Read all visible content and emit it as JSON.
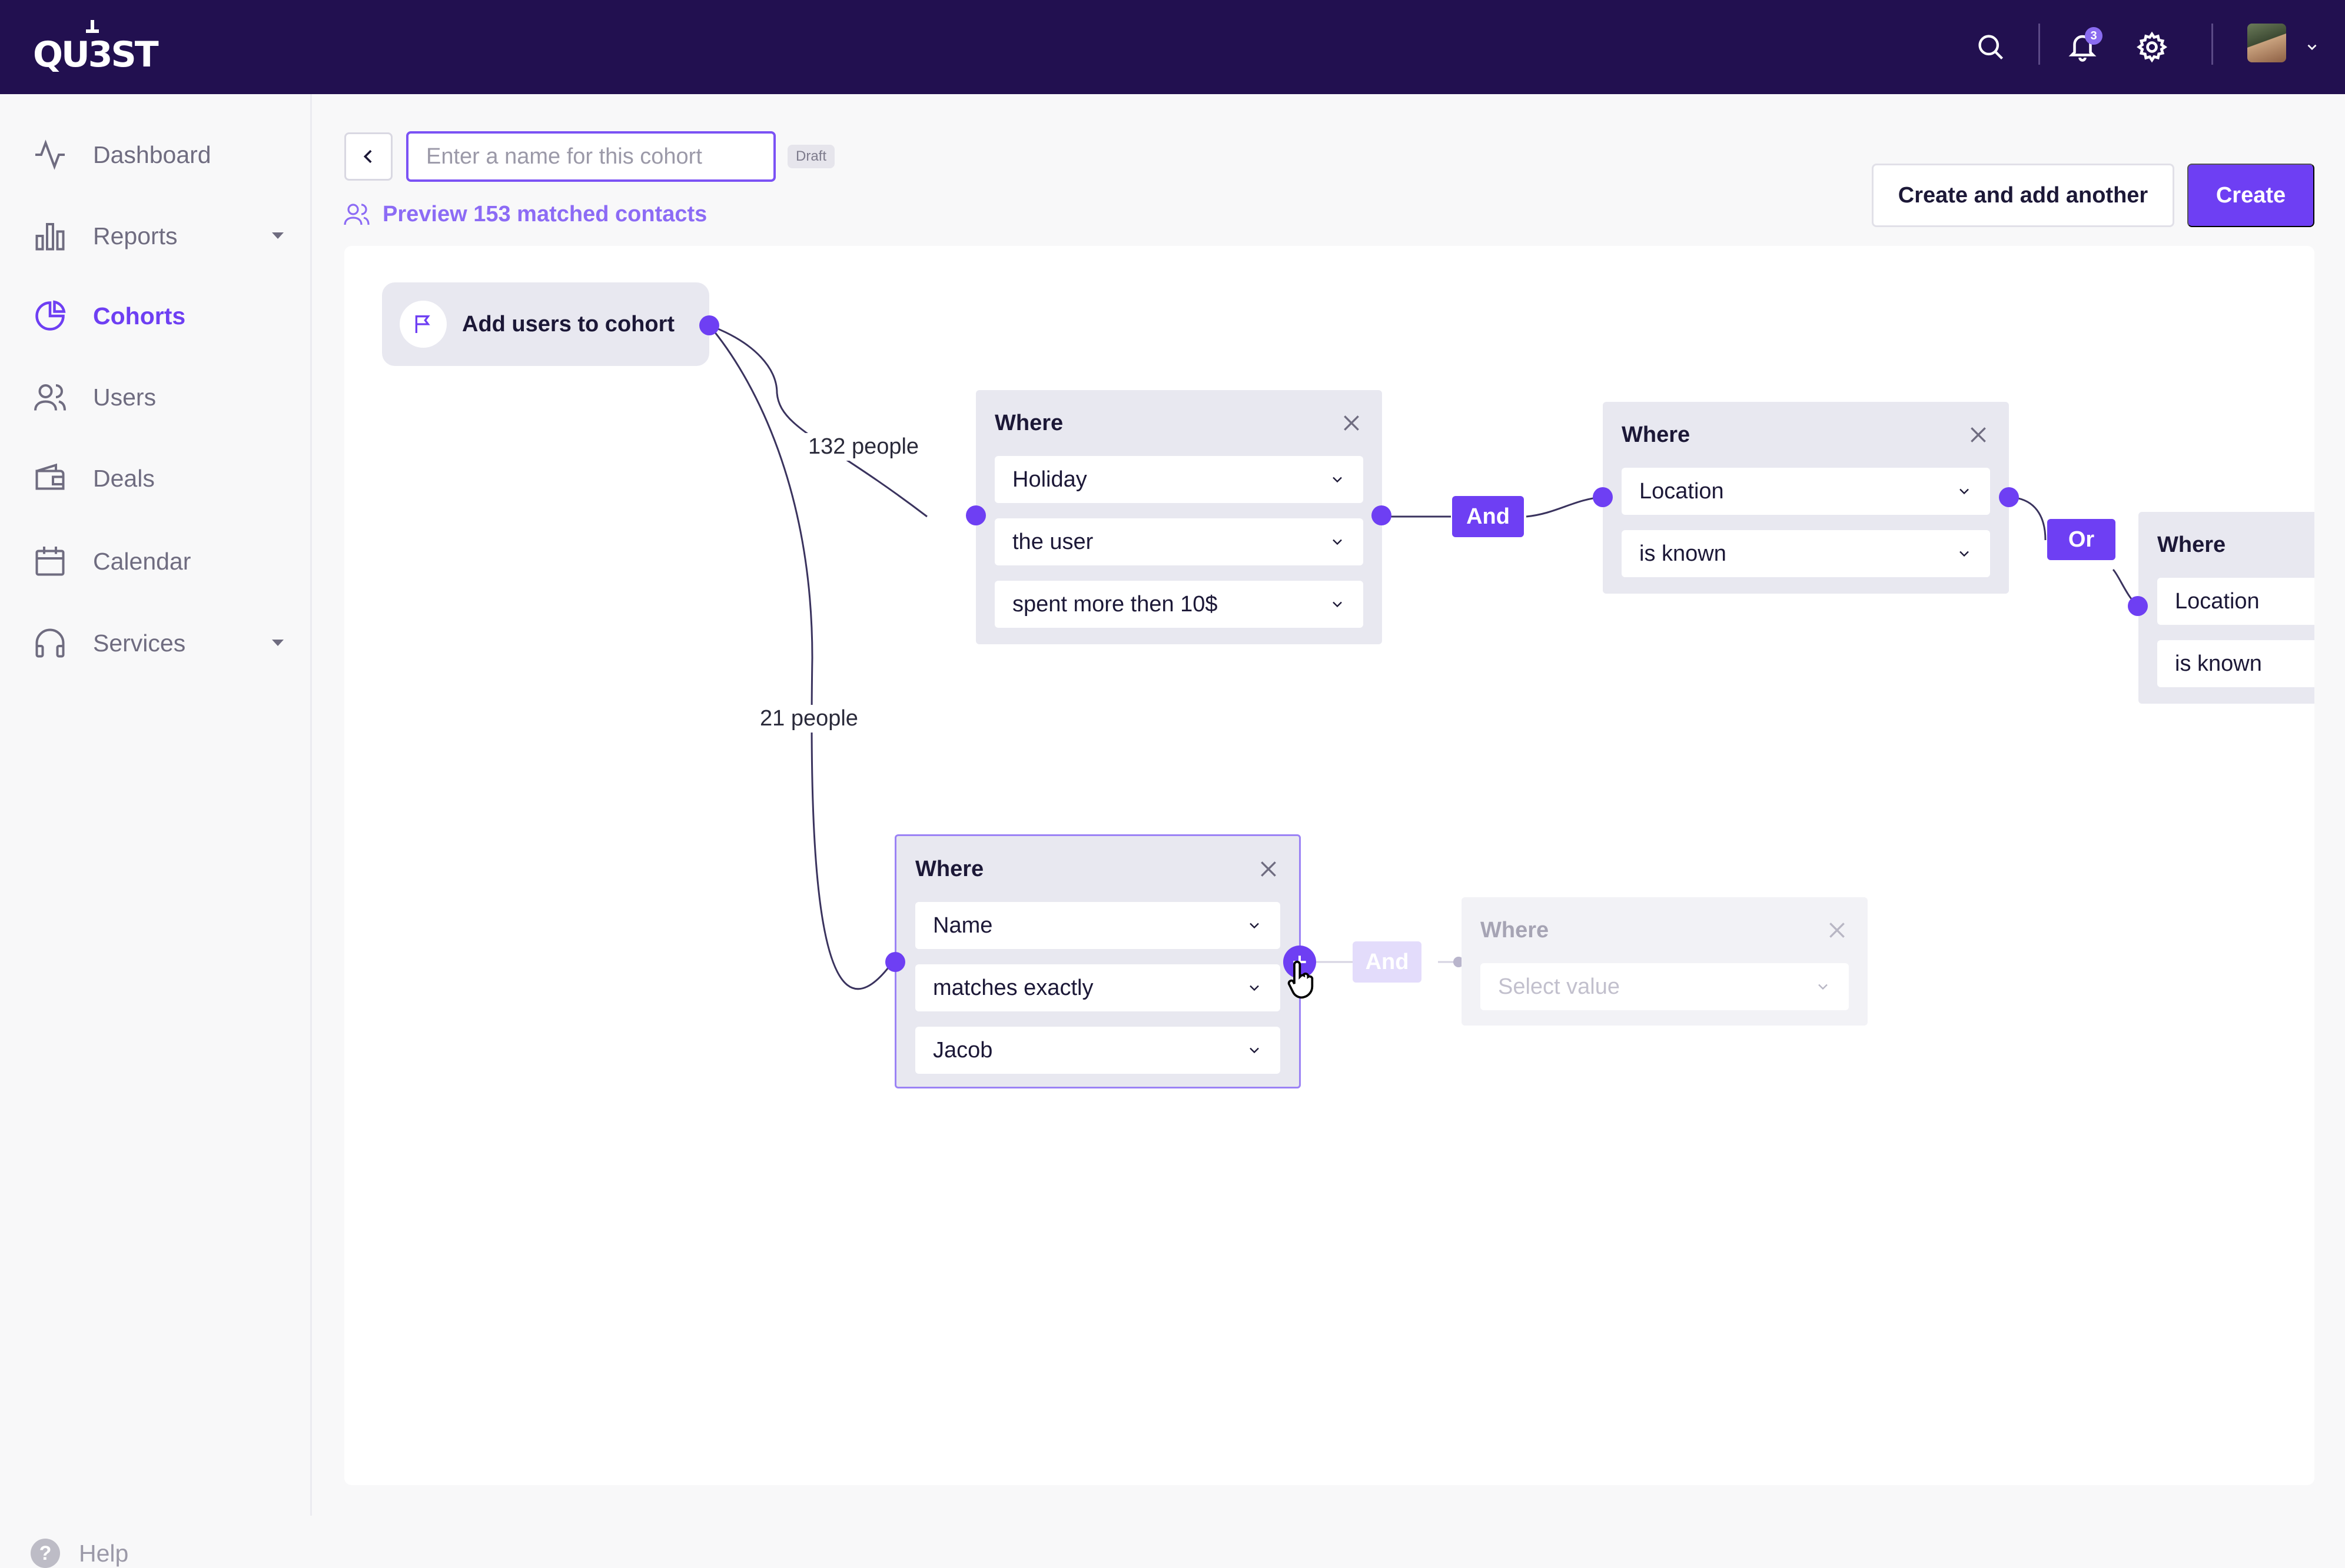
{
  "app": {
    "logo_text": "QU3ST"
  },
  "header": {
    "notifications_count": "3"
  },
  "sidebar": {
    "items": [
      {
        "label": "Dashboard",
        "icon": "activity-icon",
        "active": false
      },
      {
        "label": "Reports",
        "icon": "bar-chart-icon",
        "active": false,
        "has_submenu": true
      },
      {
        "label": "Cohorts",
        "icon": "pie-chart-icon",
        "active": true
      },
      {
        "label": "Users",
        "icon": "users-icon",
        "active": false
      },
      {
        "label": "Deals",
        "icon": "wallet-icon",
        "active": false
      },
      {
        "label": "Calendar",
        "icon": "calendar-icon",
        "active": false
      },
      {
        "label": "Services",
        "icon": "headphones-icon",
        "active": false,
        "has_submenu": true
      }
    ],
    "help_label": "Help"
  },
  "toolbar": {
    "name_placeholder": "Enter a name for this cohort",
    "draft_badge": "Draft",
    "preview_link": "Preview 153 matched contacts",
    "create_another_label": "Create and add another",
    "create_label": "Create"
  },
  "canvas": {
    "start_node_label": "Add users to cohort",
    "edge_labels": {
      "branch_1": "132 people",
      "branch_2": "21 people"
    },
    "operators": {
      "and_1": "And",
      "or_1": "Or",
      "and_2": "And"
    },
    "where_title": "Where",
    "node_1": {
      "selects": [
        "Holiday",
        "the user",
        "spent more then 10$"
      ]
    },
    "node_2": {
      "selects": [
        "Location",
        "is known"
      ]
    },
    "node_3": {
      "selects": [
        "Location",
        "is known"
      ]
    },
    "node_4": {
      "selects": [
        "Name",
        "matches exactly",
        "Jacob"
      ]
    },
    "node_5": {
      "select_placeholder": "Select value"
    }
  },
  "colors": {
    "brand": "#6e3ff3",
    "header_bg": "#221050"
  }
}
